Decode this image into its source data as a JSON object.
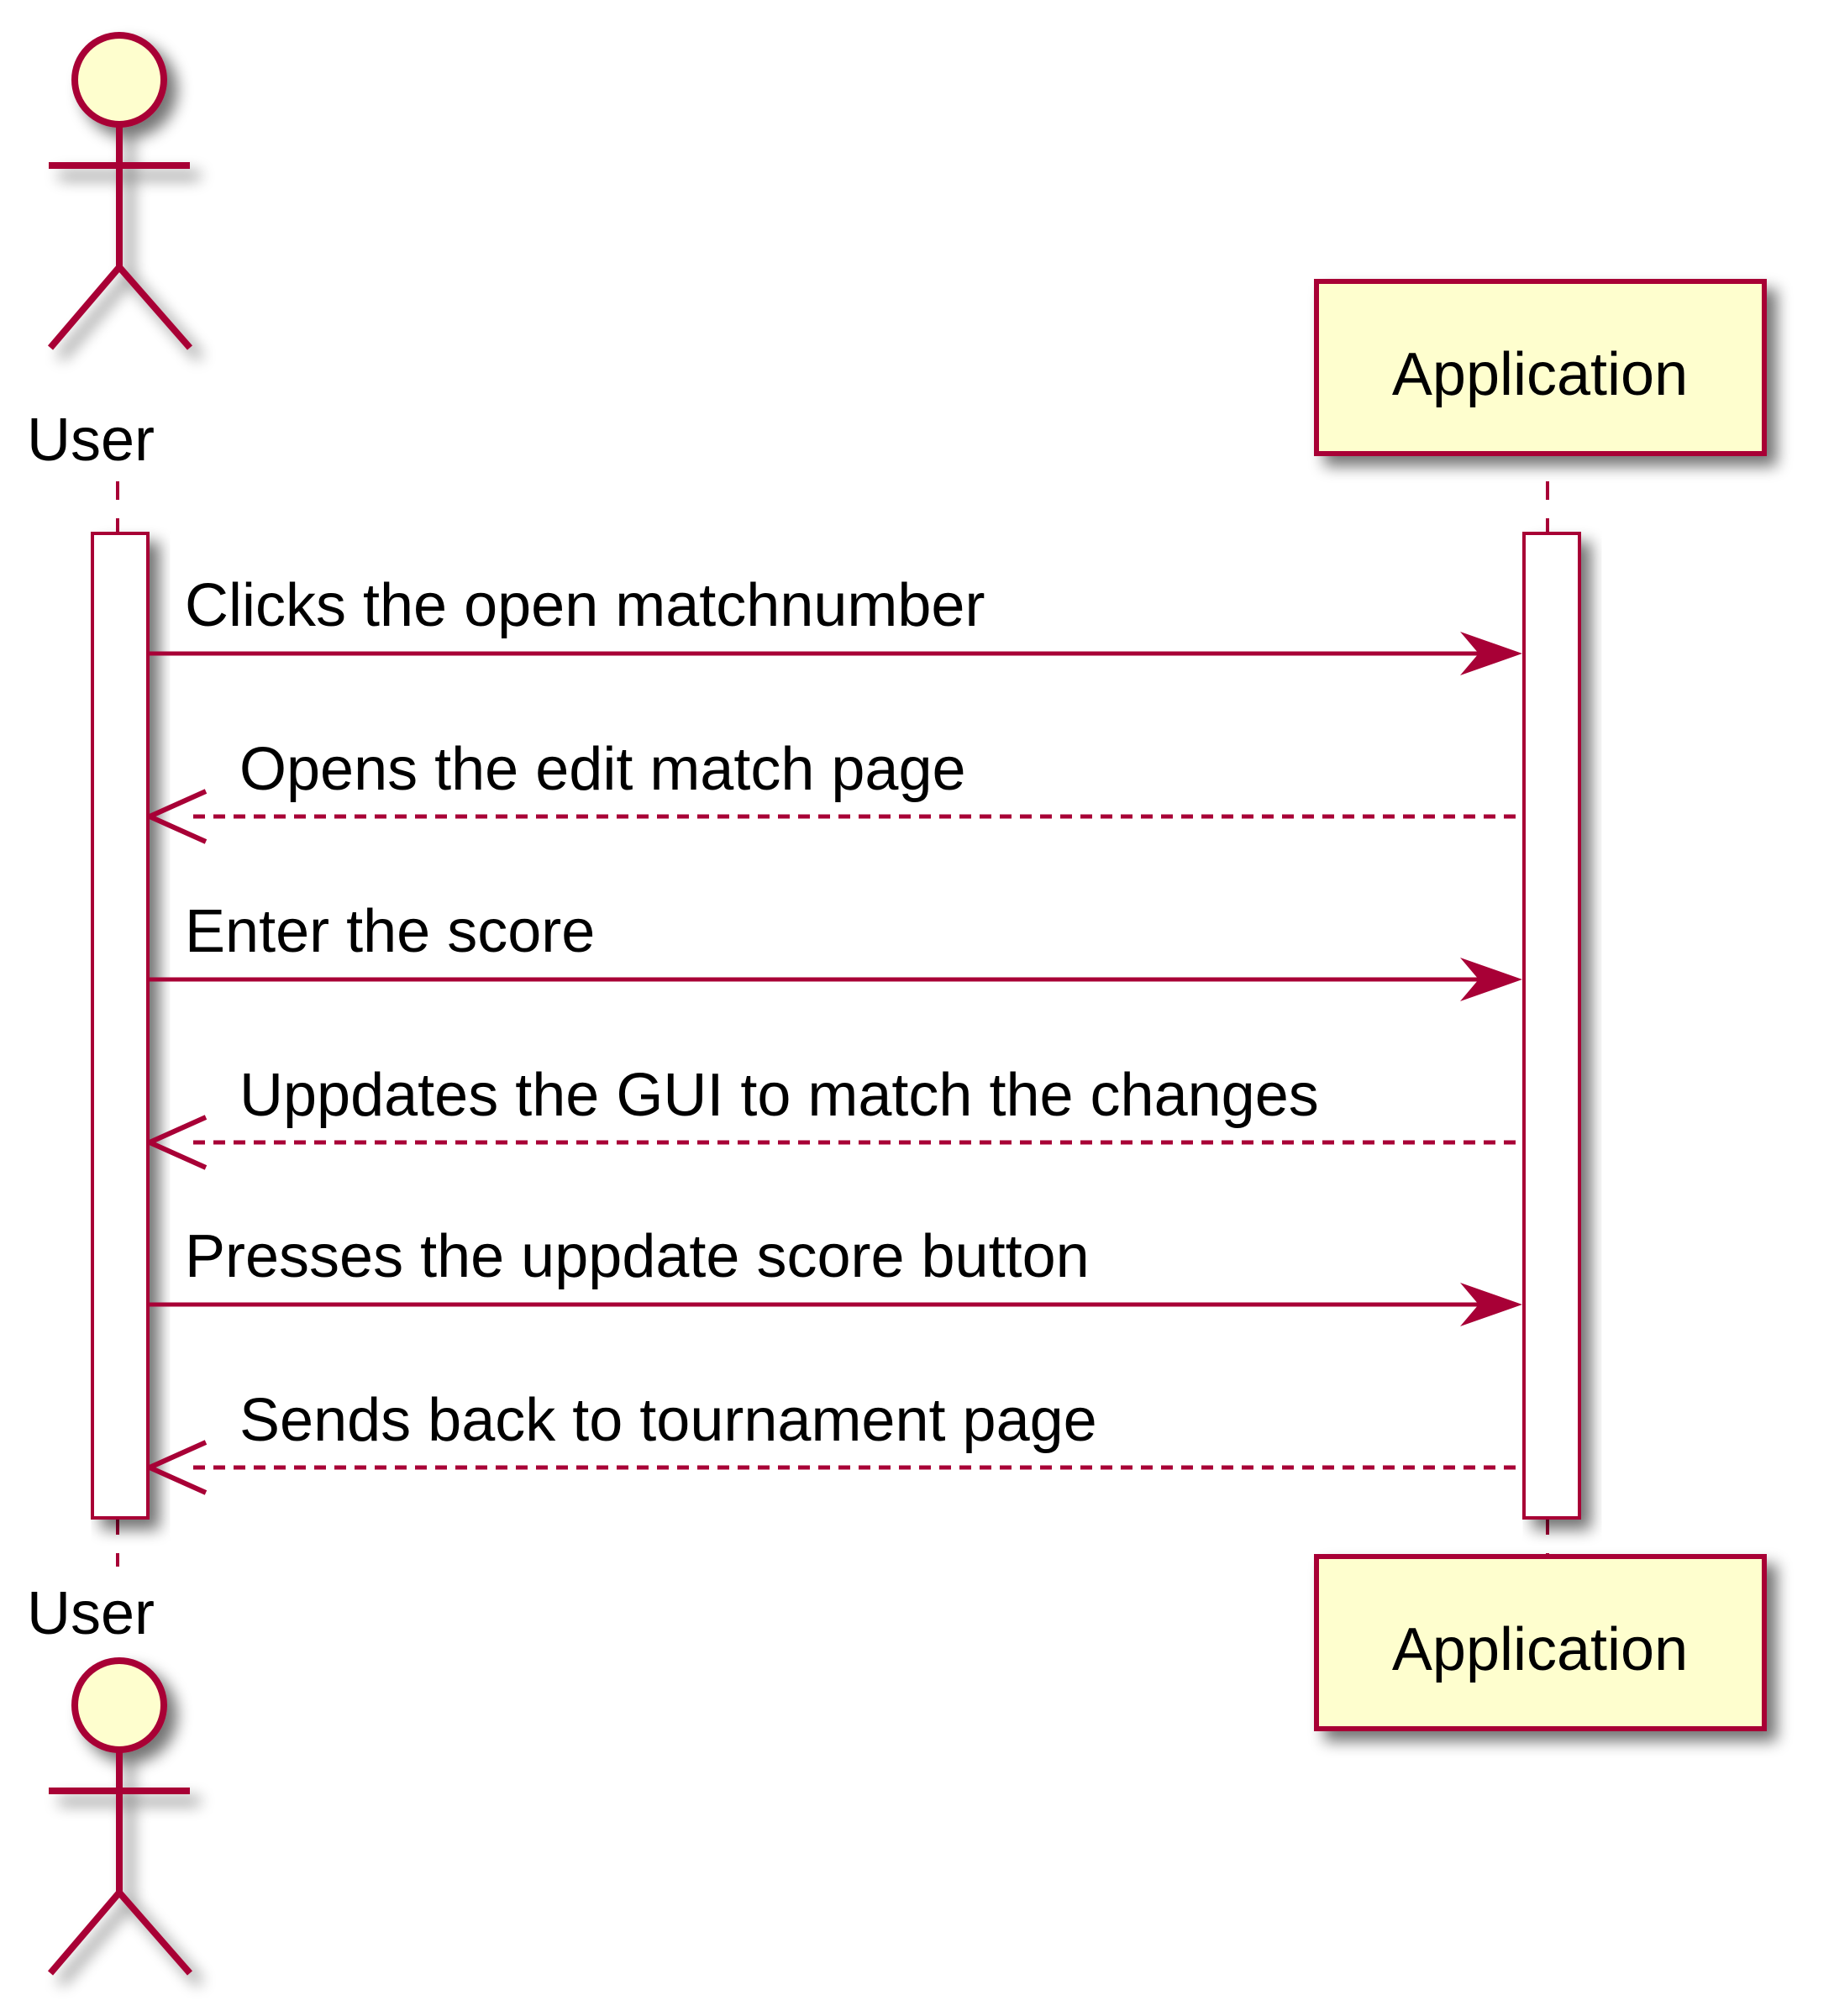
{
  "colors": {
    "line": "#A80036",
    "participant_fill": "#FEFECE",
    "activation_fill": "#FFFFFF",
    "shadow": "#9a9a9a",
    "text": "#000000"
  },
  "participants": [
    {
      "id": "user",
      "label": "User",
      "kind": "actor"
    },
    {
      "id": "app",
      "label": "Application",
      "kind": "participant"
    }
  ],
  "messages": [
    {
      "from": "user",
      "to": "app",
      "label": "Clicks the open matchnumber",
      "style": "sync"
    },
    {
      "from": "app",
      "to": "user",
      "label": "Opens the edit match page",
      "style": "return"
    },
    {
      "from": "user",
      "to": "app",
      "label": "Enter the score",
      "style": "sync"
    },
    {
      "from": "app",
      "to": "user",
      "label": "Uppdates the GUI to match the changes",
      "style": "return"
    },
    {
      "from": "user",
      "to": "app",
      "label": "Presses the uppdate score button",
      "style": "sync"
    },
    {
      "from": "app",
      "to": "user",
      "label": "Sends back to tournament page",
      "style": "return"
    }
  ]
}
